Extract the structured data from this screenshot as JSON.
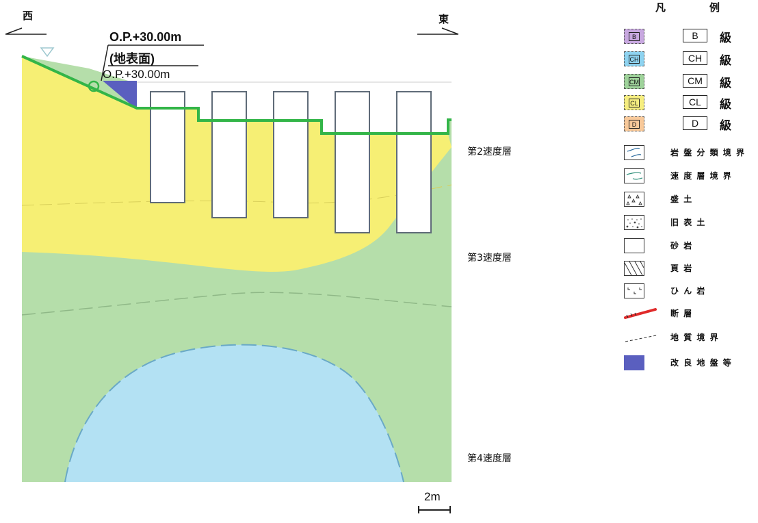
{
  "directions": {
    "west": "西",
    "east": "東"
  },
  "surface_annotation": {
    "line1": "O.P.+30.00m",
    "line2": "(地表面)",
    "line3": "O.P.+30.00m"
  },
  "velocity_layers": [
    "第2速度層",
    "第3速度層",
    "第4速度層"
  ],
  "scale": {
    "label": "2m"
  },
  "legend": {
    "title_left": "凡",
    "title_right": "例",
    "rock_classes": [
      {
        "code": "B",
        "label": "B",
        "suffix": "級",
        "color": "#c8a8e0"
      },
      {
        "code": "CH",
        "label": "CH",
        "suffix": "級",
        "color": "#8ed3f0"
      },
      {
        "code": "CM",
        "label": "CM",
        "suffix": "級",
        "color": "#9fd39b"
      },
      {
        "code": "CL",
        "label": "CL",
        "suffix": "級",
        "color": "#f6ee80"
      },
      {
        "code": "D",
        "label": "D",
        "suffix": "級",
        "color": "#f8c99a"
      }
    ],
    "items": [
      {
        "icon": "rock-class-boundary-icon",
        "label": "岩盤分類境界"
      },
      {
        "icon": "velocity-layer-boundary-icon",
        "label": "速度層境界"
      },
      {
        "icon": "fill-soil-icon",
        "label": "盛土"
      },
      {
        "icon": "old-topsoil-icon",
        "label": "旧表土"
      },
      {
        "icon": "sandstone-icon",
        "label": "砂岩"
      },
      {
        "icon": "shale-icon",
        "label": "頁岩"
      },
      {
        "icon": "dolerite-icon",
        "label": "ひん岩"
      },
      {
        "icon": "fault-icon",
        "label": "断層"
      },
      {
        "icon": "geologic-boundary-icon",
        "label": "地質境界"
      },
      {
        "icon": "improved-ground-icon",
        "label": "改良地盤等"
      }
    ]
  },
  "colors": {
    "cl_yellow": "#f5ee6e",
    "cm_green": "#b3dda5",
    "ch_blue": "#b2e0f2",
    "surface_line": "#33b548",
    "improved_ground": "#5a5fbf"
  }
}
